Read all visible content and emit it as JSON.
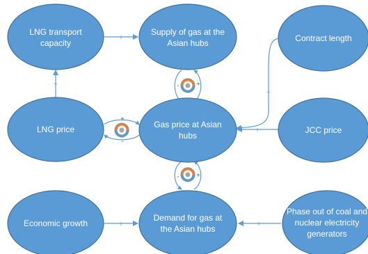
{
  "colors": {
    "node_fill": "#5b9bd5",
    "node_stroke": "#41719c",
    "edge": "#5b9bd5",
    "loop_orange": "#ed7d31",
    "loop_grey": "#a6a6a6",
    "text": "#ffffff"
  },
  "nodes": {
    "lng_transport": {
      "lines": [
        "LNG transport",
        "capacity"
      ]
    },
    "supply_gas": {
      "lines": [
        "Supply of gas at the",
        "Asian hubs"
      ]
    },
    "contract_length": {
      "lines": [
        "Contract length"
      ]
    },
    "lng_price": {
      "lines": [
        "LNG price"
      ]
    },
    "gas_price": {
      "lines": [
        "Gas price at Asian",
        "hubs"
      ]
    },
    "jcc_price": {
      "lines": [
        "JCC price"
      ]
    },
    "economic_growth": {
      "lines": [
        "Economic growth"
      ]
    },
    "demand_gas": {
      "lines": [
        "Demand for gas at",
        "the Asian  hubs"
      ]
    },
    "phase_out": {
      "lines": [
        "Phase out of coal and",
        "nuclear electricity",
        "generators"
      ]
    }
  },
  "edge_signs": {
    "transport_to_supply": "+",
    "lngprice_to_transport": "+",
    "contract_to_gasprice": "+",
    "jcc_to_gasprice": "+",
    "growth_to_demand": "+",
    "phaseout_to_demand": "+"
  },
  "loops": {
    "supply_gasprice": {
      "left_sign": "-",
      "right_sign": "+",
      "icon": "balancing-loop-icon"
    },
    "lngprice_gasprice": {
      "top_sign": "+",
      "bottom_sign": "-",
      "icon": "balancing-loop-icon"
    },
    "gasprice_demand": {
      "left_sign": "-",
      "right_sign": "+",
      "icon": "balancing-loop-icon"
    }
  }
}
